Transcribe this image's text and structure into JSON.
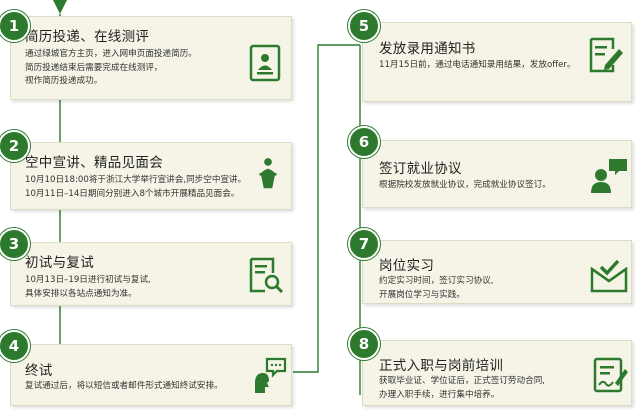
{
  "steps": [
    {
      "num": "1",
      "title": "简历投递、在线测评",
      "lines": [
        "通过绿城官方主页，进入网申页面投递简历。",
        "简历投递结束后需要完成在线测评，",
        "视作简历投递成功。"
      ],
      "icon": "resume-icon"
    },
    {
      "num": "2",
      "title": "空中宣讲、精品见面会",
      "lines": [
        "10月10日18:00将于浙江大学举行宣讲会,同步空中宣讲。",
        "10月11日–14日期间分别进入8个城市开展精品见面会。"
      ],
      "icon": "podium-speaker-icon"
    },
    {
      "num": "3",
      "title": "初试与复试",
      "lines": [
        "10月13日–19日进行初试与复试,",
        "具体安排以各站点通知为准。"
      ],
      "icon": "document-search-icon"
    },
    {
      "num": "4",
      "title": "终试",
      "lines": [
        "复试通过后，将以短信或者邮件形式通知终试安排。"
      ],
      "icon": "interview-chat-icon"
    },
    {
      "num": "5",
      "title": "发放录用通知书",
      "lines": [
        "11月15日前，通过电话通知录用结果，发放offer。"
      ],
      "icon": "write-document-icon"
    },
    {
      "num": "6",
      "title": "签订就业协议",
      "lines": [
        "根据院校发放就业协议，完成就业协议签订。"
      ],
      "icon": "person-chat-icon"
    },
    {
      "num": "7",
      "title": "岗位实习",
      "lines": [
        "约定实习时间，签订实习协议,",
        "开展岗位学习与实践。"
      ],
      "icon": "envelope-check-icon"
    },
    {
      "num": "8",
      "title": "正式入职与岗前培训",
      "lines": [
        "获取毕业证、学位证后，正式签订劳动合同,",
        "办理入职手续，进行集中培养。"
      ],
      "icon": "contract-sign-icon"
    }
  ],
  "colors": {
    "accent": "#2d7a2e",
    "card": "#f5f4e6"
  }
}
